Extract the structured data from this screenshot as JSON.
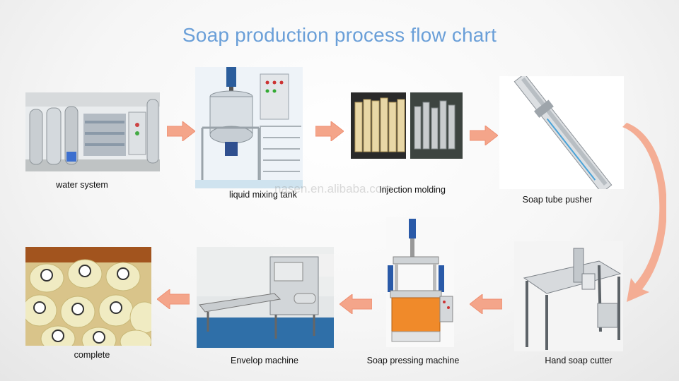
{
  "title": "Soap production process flow chart",
  "watermark": "nasen.en.alibaba.com",
  "steps": [
    {
      "label": "water system"
    },
    {
      "label": "liquid mixing tank"
    },
    {
      "label": "Injection molding"
    },
    {
      "label": "Soap tube pusher"
    },
    {
      "label": "Hand soap cutter"
    },
    {
      "label": "Soap pressing machine"
    },
    {
      "label": "Envelop machine"
    },
    {
      "label": "complete"
    }
  ],
  "colors": {
    "title": "#6a9fd8",
    "arrow": "#f4a58a",
    "arrow_stroke": "#ee8f72"
  }
}
